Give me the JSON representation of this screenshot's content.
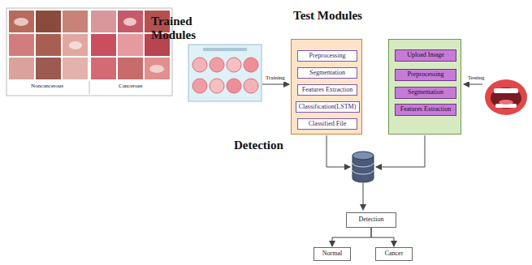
{
  "diagram": {
    "nodes": [
      {
        "text": [
          "Test Modules"
        ]
      },
      {
        "text": [
          "Preprocessing"
        ],
        "in": 0
      },
      {
        "text": [
          "Segmentation"
        ],
        "in": 0
      },
      {
        "text": [
          "Features Extraction"
        ],
        "in": 0
      },
      {
        "text": [
          "Classification(LSTM)"
        ],
        "in": 0
      },
      {
        "text": [
          "Classified File"
        ],
        "in": 0
      },
      {
        "text": []
      },
      {
        "text": [
          "Upload Image"
        ],
        "in": 6
      },
      {
        "text": [
          "Preprocessing"
        ],
        "in": 6
      },
      {
        "text": [
          "Segmentation"
        ],
        "in": 6
      },
      {
        "text": [
          "Features Extraction"
        ],
        "in": 6
      },
      {
        "text": [
          "Detection"
        ]
      },
      {
        "text": [
          "Normal"
        ]
      },
      {
        "text": [
          "Cancer"
        ]
      }
    ],
    "edges": [
      {
        "from": 11,
        "to": 12,
        "arrow": "to"
      },
      {
        "from": 11,
        "to": 13,
        "arrow": "to"
      }
    ],
    "labels": [
      "Trained Modules",
      "Detection",
      "Noncancerous",
      "Cancerous",
      "Training",
      "Testing"
    ]
  }
}
